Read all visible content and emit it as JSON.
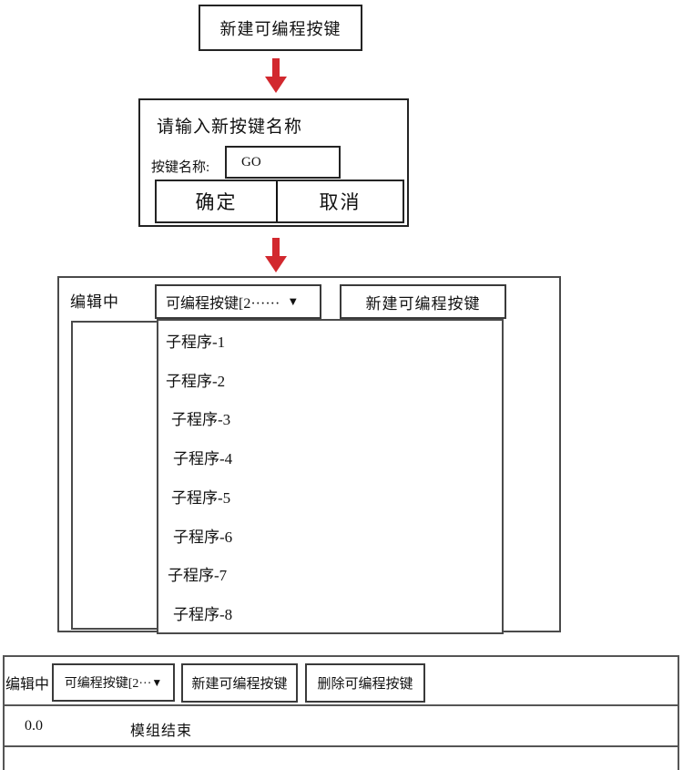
{
  "colors": {
    "arrow-color": "#d2282e"
  },
  "flow": {
    "create_button": "新建可编程按键"
  },
  "dialog": {
    "title": "请输入新按键名称",
    "name_label": "按键名称:",
    "name_value": "GO",
    "ok_label": "确定",
    "cancel_label": "取消"
  },
  "editor": {
    "status": "编辑中",
    "dropdown_label": "可编程按键[2······",
    "dropdown_caret": "▼",
    "new_button": "新建可编程按键",
    "subprograms": [
      "子程序-1",
      "子程序-2",
      "子程序-3",
      "子程序-4",
      "子程序-5",
      "子程序-6",
      "子程序-7",
      "子程序-8"
    ]
  },
  "bottom_bar": {
    "status": "编辑中",
    "dropdown_label": "可编程按键[2···",
    "dropdown_caret": "▼",
    "new_button": "新建可编程按键",
    "delete_button": "删除可编程按键",
    "row": {
      "time": "0.0",
      "instruction": "模组结束"
    }
  }
}
